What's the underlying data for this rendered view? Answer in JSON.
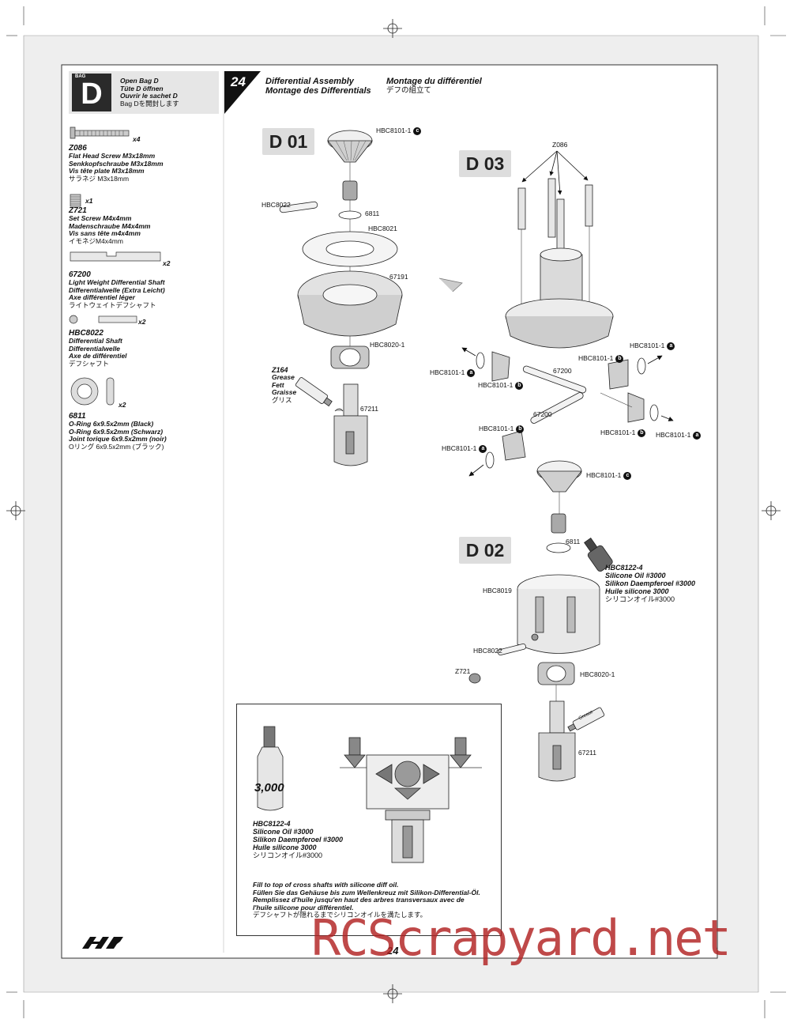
{
  "bag": {
    "label": "BAG",
    "letter": "D",
    "lines": [
      "Open Bag D",
      "Tüte D öffnen",
      "Ouvrir le sachet D",
      "Bag Dを開封します"
    ]
  },
  "parts": [
    {
      "code": "Z086",
      "qty": "x4",
      "lines": [
        "Flat Head Screw M3x18mm",
        "Senkkopfschraube M3x18mm",
        "Vis tête plate M3x18mm",
        "サラネジ M3x18mm"
      ]
    },
    {
      "code": "Z721",
      "qty": "x1",
      "lines": [
        "Set Screw M4x4mm",
        "Madenschraube M4x4mm",
        "Vis sans tête m4x4mm",
        "イモネジM4x4mm"
      ]
    },
    {
      "code": "67200",
      "qty": "x2",
      "lines": [
        "Light Weight Differential Shaft",
        "Differentialwelle (Extra Leicht)",
        "Axe différentiel léger",
        "ライトウェイトデフシャフト"
      ]
    },
    {
      "code": "HBC8022",
      "qty": "x2",
      "lines": [
        "Differential Shaft",
        "Differentialwelle",
        "Axe de différentiel",
        "デフシャフト"
      ]
    },
    {
      "code": "6811",
      "qty": "x2",
      "lines": [
        "O-Ring 6x9.5x2mm (Black)",
        "O-Ring 6x9.5x2mm (Schwarz)",
        "Joint torique 6x9.5x2mm (noir)",
        "Oリング 6x9.5x2mm (ブラック)"
      ]
    }
  ],
  "step": {
    "number": "24",
    "title_en": "Differential Assembly",
    "title_de": "Montage des Differentials",
    "title_fr": "Montage du différentiel",
    "title_jp": "デフの組立て"
  },
  "sections": {
    "d01": "D 01",
    "d02": "D 02",
    "d03": "D 03"
  },
  "callouts": {
    "d01_gear": "HBC8101-1",
    "d01_gear_badge": "c",
    "d01_pin": "HBC8022",
    "d01_oring": "6811",
    "d01_plate": "HBC8021",
    "d01_ring": "67191",
    "d01_bearing": "HBC8020-1",
    "d01_cup": "67211",
    "grease_code": "Z164",
    "grease_lines": [
      "Grease",
      "Fett",
      "Graisse",
      "グリス"
    ],
    "d03_screws": "Z086",
    "d03_a_left": "HBC8101-1",
    "d03_b_left": "HBC8101-1",
    "d03_shaft1": "67200",
    "d03_b_right_top": "HBC8101-1",
    "d03_a_right_top": "HBC8101-1",
    "d03_shaft2": "67200",
    "d03_b_mid_left": "HBC8101-1",
    "d03_a_mid_left": "HBC8101-1",
    "d03_b_right": "HBC8101-1",
    "d03_a_right": "HBC8101-1",
    "d03_gear_bottom": "HBC8101-1",
    "d02_oring": "6811",
    "d02_case": "HBC8019",
    "d02_pin": "HBC8022",
    "d02_setscrew": "Z721",
    "d02_bearing": "HBC8020-1",
    "d02_cup": "67211"
  },
  "oil": {
    "code": "HBC8122-4",
    "lines": [
      "Silicone Oil #3000",
      "Silikon Daempferoel #3000",
      "Huile silicone 3000",
      "シリコンオイル#3000"
    ],
    "bottle_label": "3,000"
  },
  "inset": {
    "code": "HBC8122-4",
    "lines": [
      "Silicone Oil #3000",
      "Silikon Daempferoel #3000",
      "Huile silicone 3000",
      "シリコンオイル#3000"
    ],
    "instructions": [
      "Fill to top of cross shafts with silicone diff oil.",
      "Füllen Sie das Gehäuse bis zum Wellenkreuz mit Silikon-Differential-Öl.",
      "Remplissez d'huile jusqu'en haut des arbres transversaux avec de",
      "l'huile silicone pour différentiel.",
      "デフシャフトが隠れるまでシリコンオイルを満たします。"
    ]
  },
  "tube_label": "Grease",
  "page_number": "24",
  "watermark": "RCScrapyard.net",
  "colors": {
    "watermark": "#b22222",
    "panel_grey": "#e6e6e6",
    "dark": "#111111"
  }
}
